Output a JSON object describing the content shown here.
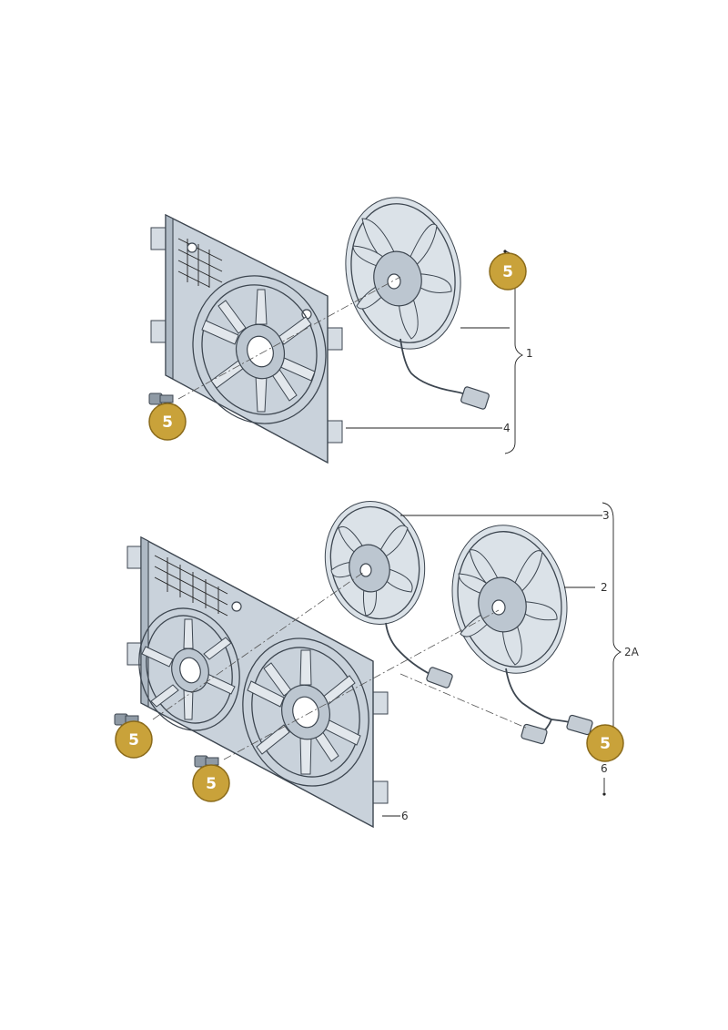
{
  "colors": {
    "badge_fill": "#c9a23a",
    "badge_stroke": "#8a6a1a",
    "line_art": "#3d4650",
    "part_fill": "#c9d2db"
  },
  "badges": [
    {
      "id": "badge-top-fan",
      "text": "5"
    },
    {
      "id": "badge-top-screw",
      "text": "5"
    },
    {
      "id": "badge-bottom-screw-1",
      "text": "5"
    },
    {
      "id": "badge-bottom-screw-2",
      "text": "5"
    },
    {
      "id": "badge-bottom-connector",
      "text": "5"
    }
  ],
  "callouts": {
    "top_assembly": "1",
    "top_shroud": "4",
    "bottom_fan_small": "3",
    "bottom_fan_large": "2",
    "bottom_assembly": "2A",
    "bottom_connector": "6",
    "bottom_shroud": "6"
  }
}
